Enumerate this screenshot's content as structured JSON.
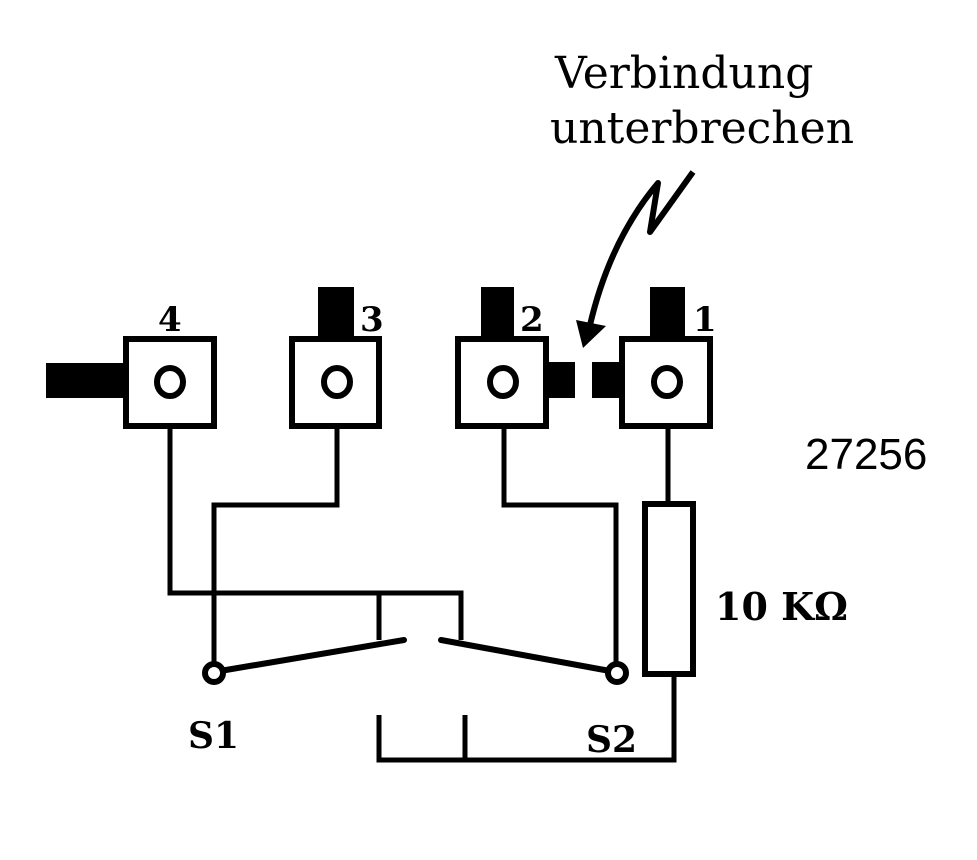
{
  "annotation": {
    "line1": "Verbindung",
    "line2": "unterbrechen"
  },
  "figure_number": "27256",
  "resistor_label": "10 KΩ",
  "switch_labels": {
    "s1": "S1",
    "s2": "S2"
  },
  "terminals": [
    {
      "id": "terminal-4",
      "label": "4"
    },
    {
      "id": "terminal-3",
      "label": "3"
    },
    {
      "id": "terminal-2",
      "label": "2"
    },
    {
      "id": "terminal-1",
      "label": "1"
    }
  ],
  "colors": {
    "ink": "#000000",
    "paper": "#ffffff"
  }
}
